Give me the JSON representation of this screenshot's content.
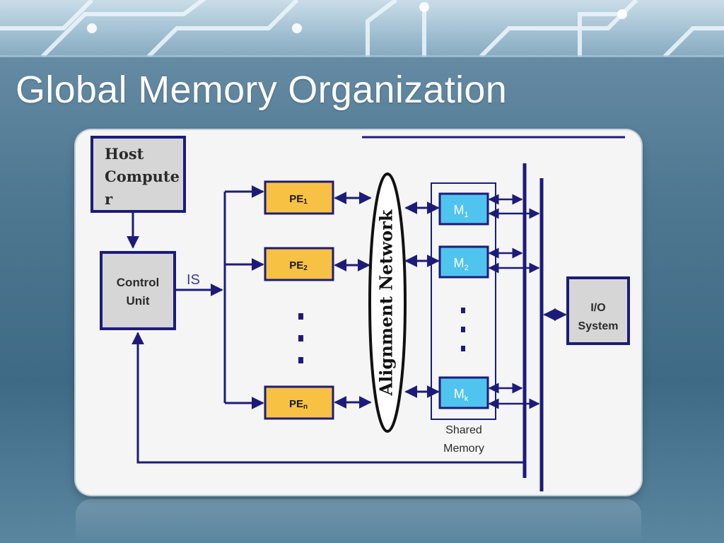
{
  "slide": {
    "title": "Global Memory Organization"
  },
  "diagram": {
    "host_computer": [
      "Host",
      "Compute",
      "r"
    ],
    "control_unit": [
      "Control",
      "Unit"
    ],
    "is_label": "IS",
    "pe_labels": [
      {
        "base": "PE",
        "sub": "1"
      },
      {
        "base": "PE",
        "sub": "2"
      },
      {
        "base": "PE",
        "sub": "n"
      }
    ],
    "pe_ellipsis": "...",
    "alignment_network": "Alignment Network",
    "memory_labels": [
      {
        "base": "M",
        "sub": "1"
      },
      {
        "base": "M",
        "sub": "2"
      },
      {
        "base": "M",
        "sub": "k"
      }
    ],
    "memory_ellipsis": "...",
    "shared_memory": [
      "Shared",
      "Memory"
    ],
    "io_system": [
      "I/O",
      "System"
    ]
  },
  "colors": {
    "pe_fill": "#f7c144",
    "memory_fill": "#4fc4ee",
    "box_border": "#1d1b7a",
    "gray_fill": "#d6d6d6",
    "bus": "#1d1b7a"
  }
}
